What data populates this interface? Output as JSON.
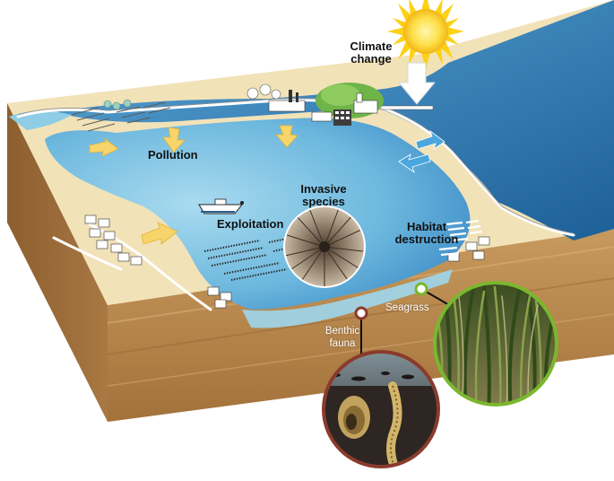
{
  "labels": {
    "climate_change": [
      "Climate",
      "change"
    ],
    "pollution": "Pollution",
    "invasive_species": [
      "Invasive",
      "species"
    ],
    "exploitation": "Exploitation",
    "habitat_destruction": [
      "Habitat",
      "destruction"
    ],
    "seagrass": "Seagrass",
    "benthic_fauna": [
      "Benthic",
      "fauna"
    ]
  },
  "colors": {
    "lagoon_light": "#8fcde6",
    "lagoon_deep": "#3a88c4",
    "sea_deep": "#1f6fa8",
    "sand": "#f2e2b8",
    "soil": "#b9864d",
    "soil_dark": "#8c5f2e",
    "arrow_yellow": "#f7d56a",
    "arrow_blue": "#4aa6dc",
    "seagrass_ring": "#7ab72e",
    "benthic_ring": "#8a3b2c",
    "sun": "#fcd116"
  }
}
